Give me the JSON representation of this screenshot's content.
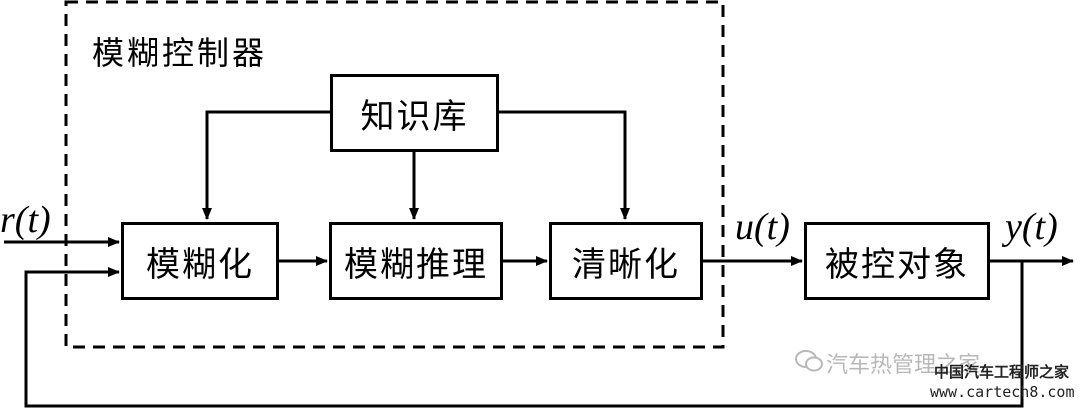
{
  "diagram": {
    "controller_label": "模糊控制器",
    "blocks": {
      "knowledge_base": "知识库",
      "fuzzification": "模糊化",
      "fuzzy_inference": "模糊推理",
      "defuzzification": "清晰化",
      "plant": "被控对象"
    },
    "signals": {
      "input": "r(t)",
      "control": "u(t)",
      "output": "y(t)"
    }
  },
  "watermark": {
    "wechat": "汽车热管理之家",
    "site_name": "中国汽车工程师之家",
    "site_url": "www.cartech8.com"
  }
}
